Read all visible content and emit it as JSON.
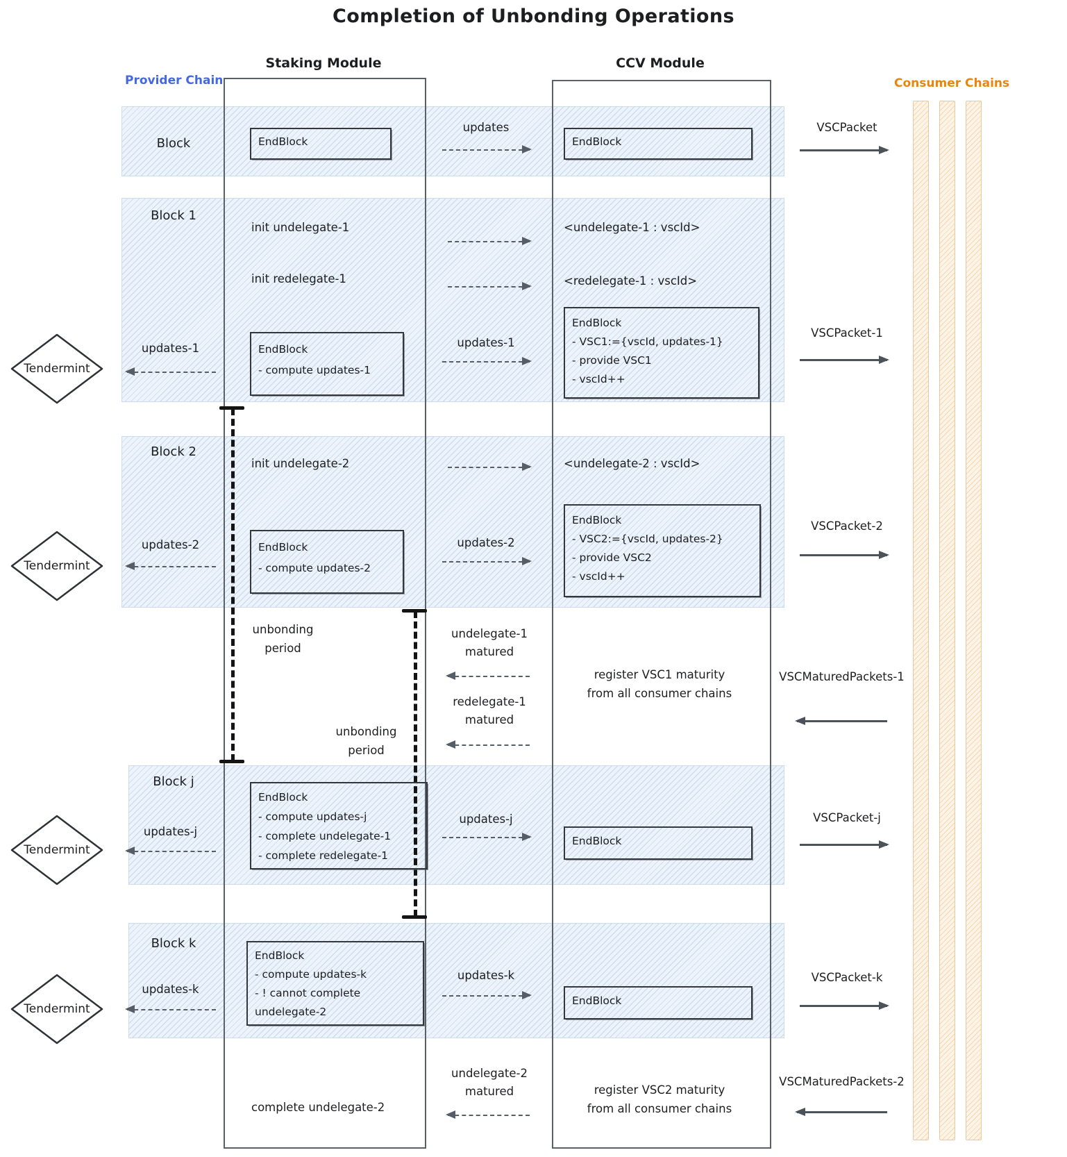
{
  "title": "Completion of Unbonding Operations",
  "lanes": {
    "provider": "Provider Chain",
    "consumers": "Consumer Chains",
    "staking": "Staking Module",
    "ccv": "CCV Module"
  },
  "tendermint": {
    "label": "Tendermint"
  },
  "colors": {
    "provider_blue": "#4468e2",
    "consumer_orange": "#e8860c",
    "band_blue": "#edf3fa",
    "ink": "#1d1e20",
    "arrow_gray": "#4d545c"
  },
  "rows": {
    "block0": {
      "label": "Block",
      "staking_endblock": [
        "EndBlock"
      ],
      "updates_mid": "updates",
      "ccv_endblock": [
        "EndBlock"
      ],
      "packet": "VSCPacket"
    },
    "block1": {
      "label": "Block 1",
      "init1": "init undelegate-1",
      "init2": "init redelegate-1",
      "map1": "<undelegate-1 : vscId>",
      "map2": "<redelegate-1 : vscId>",
      "staking_endblock": [
        "EndBlock",
        "- compute updates-1"
      ],
      "ccv_endblock": [
        "EndBlock",
        "- VSC1:={vscId, updates-1}",
        "- provide VSC1",
        "- vscId++"
      ],
      "updates_left": "updates-1",
      "updates_mid": "updates-1",
      "packet": "VSCPacket-1"
    },
    "block2": {
      "label": "Block 2",
      "init1": "init undelegate-2",
      "map1": "<undelegate-2 : vscId>",
      "staking_endblock": [
        "EndBlock",
        "- compute updates-2"
      ],
      "ccv_endblock": [
        "EndBlock",
        "- VSC2:={vscId, updates-2}",
        "- provide VSC2",
        "- vscId++"
      ],
      "updates_left": "updates-2",
      "updates_mid": "updates-2",
      "packet": "VSCPacket-2"
    },
    "maturity1": {
      "unbonding1": [
        "unbonding",
        "period"
      ],
      "unbonding2": [
        "unbonding",
        "period"
      ],
      "matured1": [
        "undelegate-1",
        "matured"
      ],
      "matured2": [
        "redelegate-1",
        "matured"
      ],
      "register": [
        "register VSC1 maturity",
        "from all consumer chains"
      ],
      "packet": "VSCMaturedPackets-1"
    },
    "blockj": {
      "label": "Block j",
      "staking_endblock": [
        "EndBlock",
        "- compute updates-j",
        "- complete undelegate-1",
        "- complete redelegate-1"
      ],
      "ccv_endblock": [
        "EndBlock"
      ],
      "updates_left": "updates-j",
      "updates_mid": "updates-j",
      "packet": "VSCPacket-j"
    },
    "blockk": {
      "label": "Block k",
      "staking_endblock": [
        "EndBlock",
        "- compute updates-k",
        "- ! cannot complete",
        "undelegate-2"
      ],
      "ccv_endblock": [
        "EndBlock"
      ],
      "updates_left": "updates-k",
      "updates_mid": "updates-k",
      "packet": "VSCPacket-k"
    },
    "final": {
      "complete": "complete undelegate-2",
      "matured": [
        "undelegate-2",
        "matured"
      ],
      "register": [
        "register VSC2 maturity",
        "from all consumer chains"
      ],
      "packet": "VSCMaturedPackets-2"
    }
  }
}
